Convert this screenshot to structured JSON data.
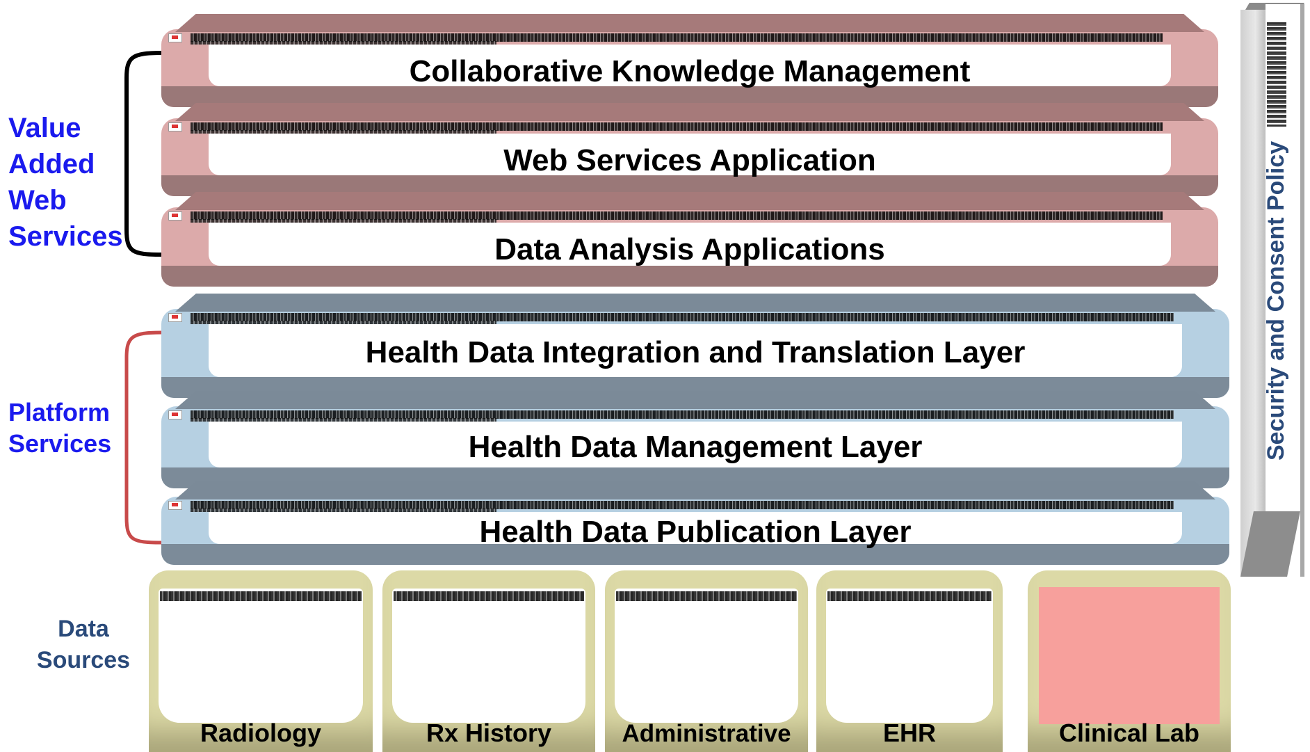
{
  "groups": {
    "value_added": [
      "Value",
      "Added",
      "Web",
      "Services"
    ],
    "platform": [
      "Platform",
      "Services"
    ],
    "data_sources": [
      "Data",
      "Sources"
    ]
  },
  "layers": [
    {
      "title": "Collaborative Knowledge Management",
      "group": "value_added",
      "color": "#dcaaaa"
    },
    {
      "title": "Web Services Application",
      "group": "value_added",
      "color": "#dcaaaa"
    },
    {
      "title": "Data Analysis Applications",
      "group": "value_added",
      "color": "#dcaaaa"
    },
    {
      "title": "Health Data Integration and Translation Layer",
      "group": "platform",
      "color": "#b6d0e2"
    },
    {
      "title": "Health Data Management Layer",
      "group": "platform",
      "color": "#b6d0e2"
    },
    {
      "title": "Health Data Publication Layer",
      "group": "platform",
      "color": "#b6d0e2"
    }
  ],
  "security_pillar": {
    "label": "Security and Consent Policy",
    "color": "#2a4a7a"
  },
  "sources": [
    "Radiology",
    "Rx History",
    "Administrative",
    "EHR",
    "Clinical Lab"
  ],
  "colors": {
    "group_label": "#1a1aee",
    "value_added_bracket": "#000000",
    "platform_bracket": "#c84a4a",
    "source_tile": "#dcd9a6",
    "clinical_lab_fill": "#f7a09c"
  }
}
